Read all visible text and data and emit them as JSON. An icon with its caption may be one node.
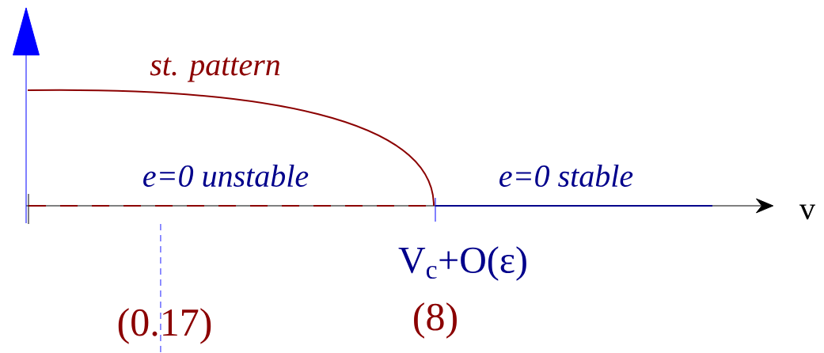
{
  "diagram": {
    "labels": [
      "st. pattern",
      "e=0 unstable",
      "e=0 stable",
      "v",
      "V$_{c}$+O(ε)",
      "(0.17)",
      "(8)"
    ]
  }
}
